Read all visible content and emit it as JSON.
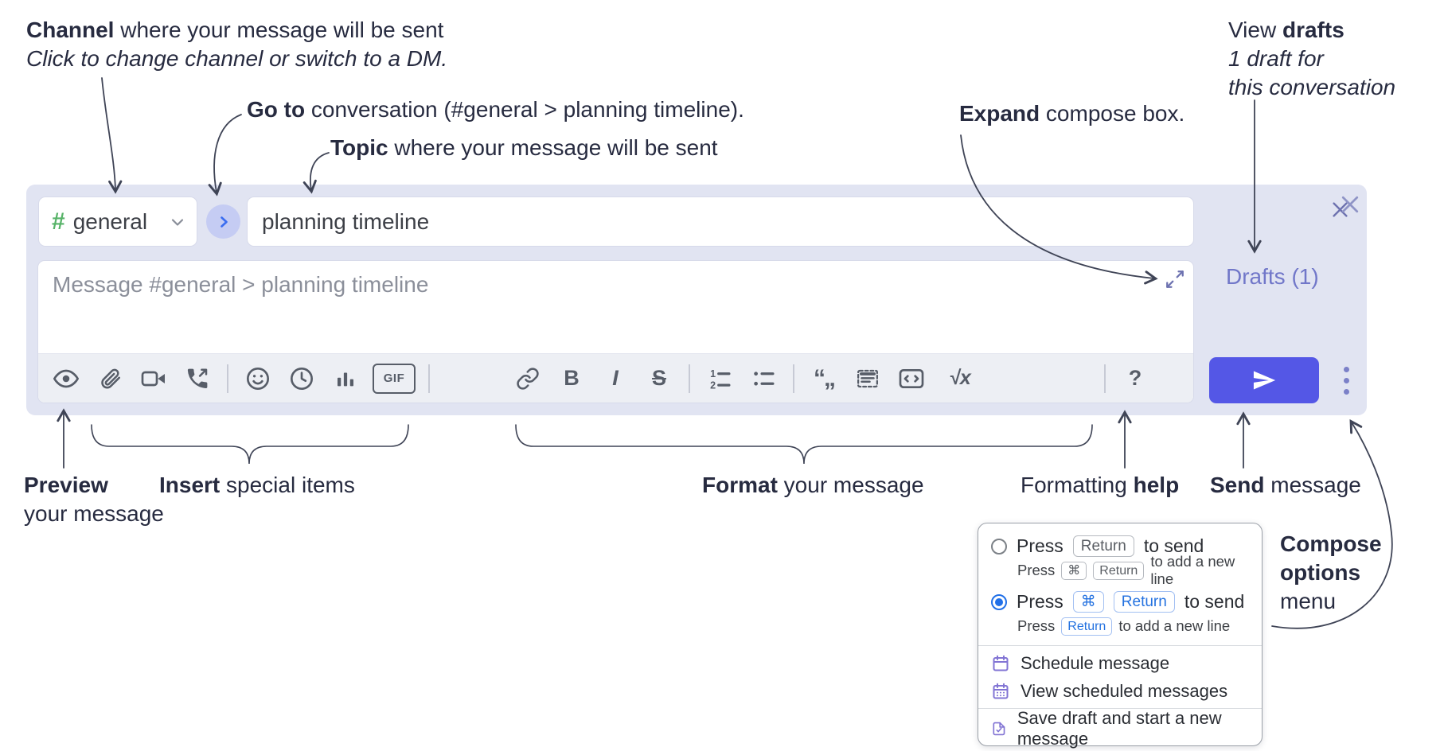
{
  "annotations": {
    "channel_bold": "Channel",
    "channel_rest": " where your message will be sent",
    "channel_italic": "Click to change channel or switch to a DM.",
    "goto_bold": "Go to",
    "goto_rest": " conversation (#general > planning timeline).",
    "topic_bold": "Topic",
    "topic_rest": " where your message will be sent",
    "expand_bold": "Expand",
    "expand_rest": " compose box.",
    "drafts_line1_pre": "View ",
    "drafts_line1_bold": "drafts",
    "drafts_line2": "1 draft for",
    "drafts_line3": "this conversation",
    "preview_bold": "Preview",
    "preview_line2": "your message",
    "insert_bold": "Insert",
    "insert_rest": " special items",
    "format_bold": "Format",
    "format_rest": " your message",
    "help_pre": "Formatting ",
    "help_bold": "help",
    "send_bold": "Send",
    "send_rest": " message",
    "compose_opts_line1": "Compose",
    "compose_opts_line2": "options",
    "compose_opts_line3": "menu"
  },
  "compose": {
    "channel_hash": "#",
    "channel_name": "general",
    "topic_value": "planning timeline",
    "message_placeholder": "Message #general > planning timeline",
    "drafts_link": "Drafts (1)",
    "gif_label": "GIF",
    "bold_label": "B",
    "italic_label": "I",
    "strike_label": "S",
    "quote_glyph": "“„",
    "math_label": "√x",
    "help_label": "?",
    "toolbar_icon_names": [
      "preview-eye",
      "attach-paperclip",
      "video-call",
      "audio-call",
      "emoji-smiley",
      "time-clock",
      "poll-bar-chart",
      "gif",
      "link-chain",
      "bold",
      "italic",
      "strikethrough",
      "numbered-list",
      "bulleted-list",
      "quote",
      "spoiler",
      "code",
      "math",
      "help"
    ]
  },
  "menu": {
    "opt1_press": "Press",
    "opt1_key": "Return",
    "opt1_rest": "to send",
    "opt1_sub_press": "Press",
    "opt1_sub_key1": "⌘",
    "opt1_sub_key2": "Return",
    "opt1_sub_rest": "to add a new line",
    "opt2_press": "Press",
    "opt2_key1": "⌘",
    "opt2_key2": "Return",
    "opt2_rest": "to send",
    "opt2_sub_press": "Press",
    "opt2_sub_key": "Return",
    "opt2_sub_rest": "to add a new line",
    "item_schedule": "Schedule message",
    "item_view_scheduled": "View scheduled messages",
    "item_save_draft": "Save draft and start a new message"
  },
  "colors": {
    "compose_bg": "#e1e4f2",
    "accent_green": "#57b368",
    "goto_blue": "#3a6df0",
    "send_button": "#5457e6",
    "drafts_link": "#7177c9",
    "radio_blue": "#2170e8",
    "menu_icon_purple": "#8274d4",
    "annotation_text": "#272b40"
  }
}
